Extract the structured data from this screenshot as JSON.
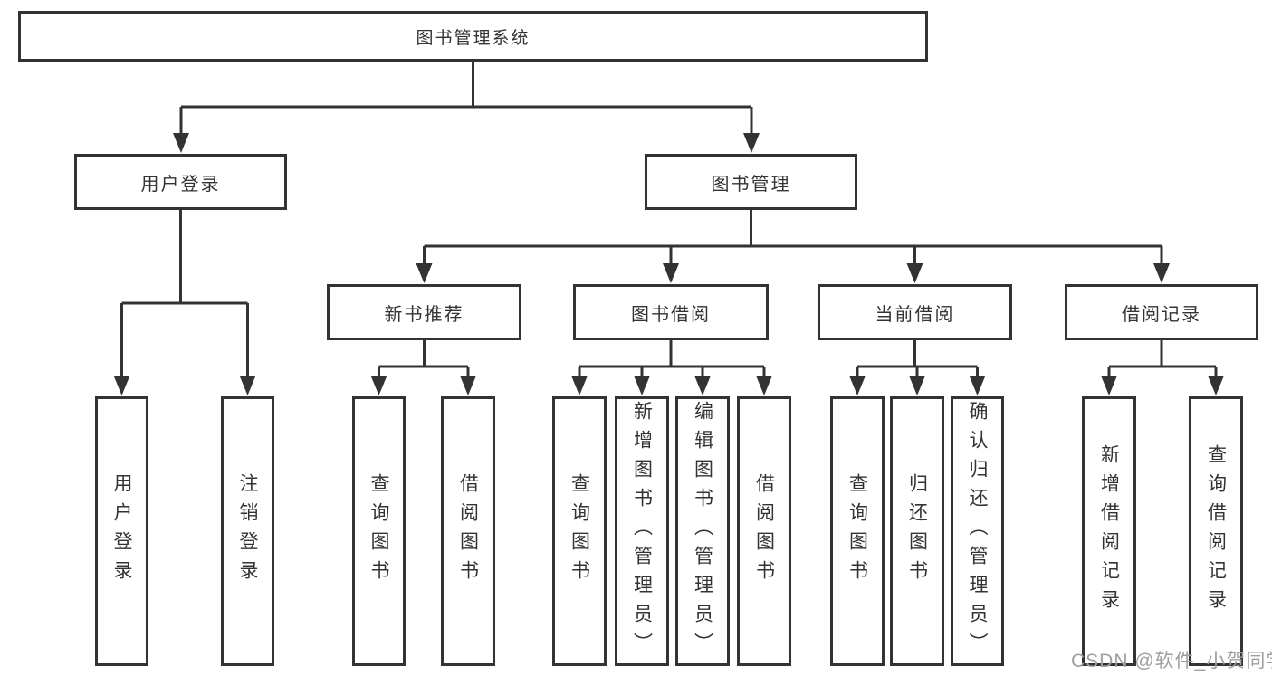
{
  "tree": {
    "label": "图书管理系统",
    "children": [
      {
        "label": "用户登录",
        "children": [
          {
            "label": "用户登录"
          },
          {
            "label": "注销登录"
          }
        ]
      },
      {
        "label": "图书管理",
        "children": [
          {
            "label": "新书推荐",
            "children": [
              {
                "label": "查询图书"
              },
              {
                "label": "借阅图书"
              }
            ]
          },
          {
            "label": "图书借阅",
            "children": [
              {
                "label": "查询图书"
              },
              {
                "label": "新增图书（管理员）"
              },
              {
                "label": "编辑图书（管理员）"
              },
              {
                "label": "借阅图书"
              }
            ]
          },
          {
            "label": "当前借阅",
            "children": [
              {
                "label": "查询图书"
              },
              {
                "label": "归还图书"
              },
              {
                "label": "确认归还（管理员）"
              }
            ]
          },
          {
            "label": "借阅记录",
            "children": [
              {
                "label": "新增借阅记录"
              },
              {
                "label": "查询借阅记录"
              }
            ]
          }
        ]
      }
    ]
  },
  "watermark": {
    "text": "CSDN @软件_小贺同学"
  },
  "colors": {
    "line": "#333333",
    "box_border": "#333333",
    "text": "#333333",
    "watermark": "#9f9f9f",
    "background": "#ffffff"
  }
}
